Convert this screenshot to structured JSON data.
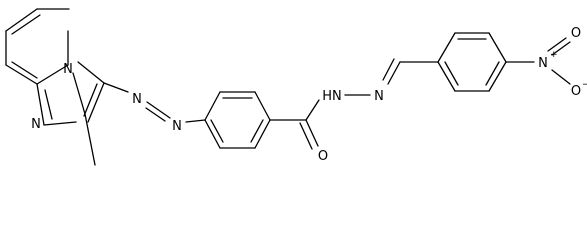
{
  "diagram_type": "chemical-structure",
  "labels": {
    "n_bridge": "N",
    "n_ring": "N",
    "azo_n1": "N",
    "azo_n2": "N",
    "o_amide": "O",
    "hn_amide": "HN",
    "hydrazone_n": "N",
    "nitro_n": "N",
    "nitro_n_charge": "+",
    "nitro_o1": "O",
    "nitro_o2": "O",
    "nitro_o2_charge": "−"
  }
}
